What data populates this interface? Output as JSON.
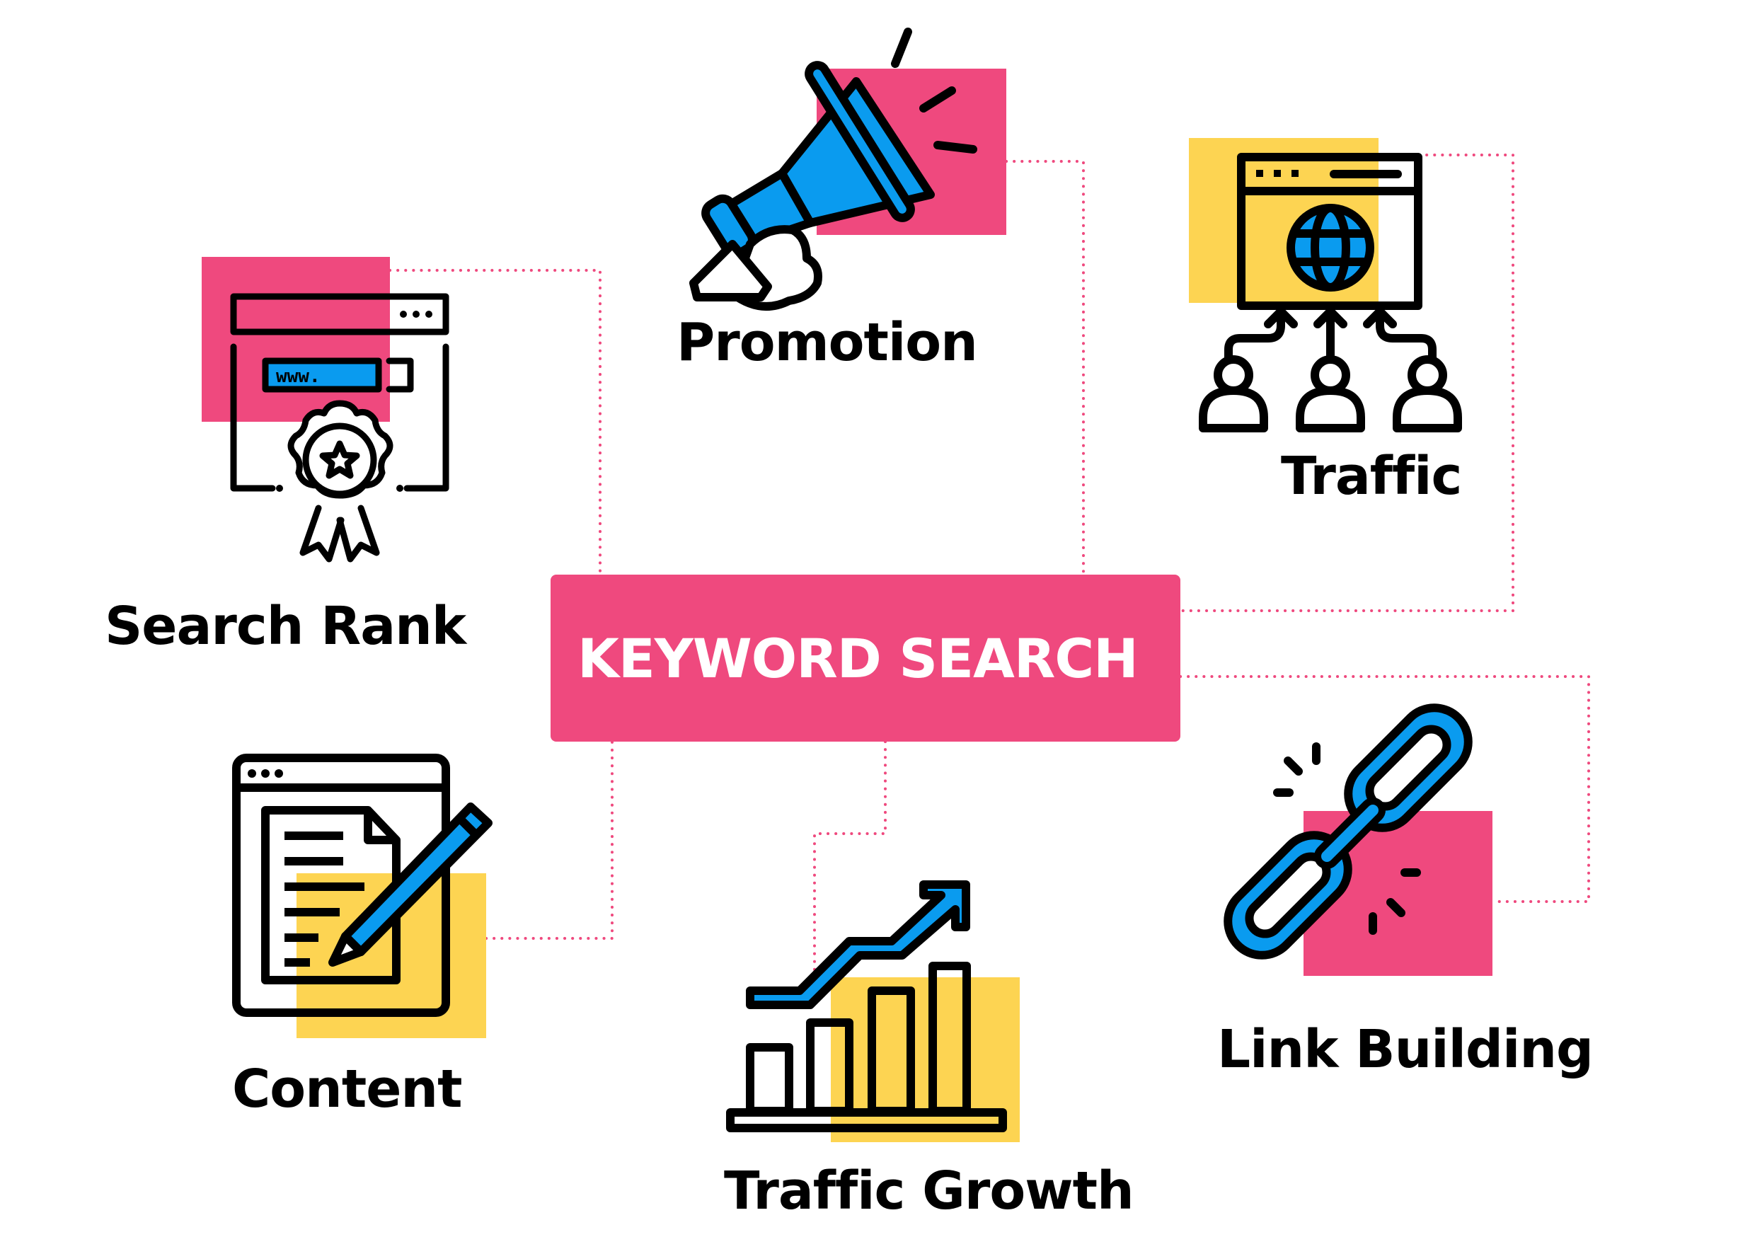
{
  "colors": {
    "pink": "#EF497E",
    "blue": "#0A9BEF",
    "yellow": "#FDD452",
    "ink": "#000000",
    "background": "#FFFFFF"
  },
  "center": {
    "title": "KEYWORD SEARCH"
  },
  "nodes": [
    {
      "id": "search-rank",
      "label": "Search Rank",
      "icon": "award-ribbon-browser-icon",
      "accent": "pink",
      "url_text": "www."
    },
    {
      "id": "promotion",
      "label": "Promotion",
      "icon": "megaphone-icon",
      "accent": "pink"
    },
    {
      "id": "traffic",
      "label": "Traffic",
      "icon": "globe-browser-users-icon",
      "accent": "yellow"
    },
    {
      "id": "content",
      "label": "Content",
      "icon": "document-pencil-icon",
      "accent": "yellow"
    },
    {
      "id": "traffic-growth",
      "label": "Traffic Growth",
      "icon": "bar-chart-growth-icon",
      "accent": "yellow"
    },
    {
      "id": "link-building",
      "label": "Link Building",
      "icon": "chain-link-icon",
      "accent": "pink"
    }
  ],
  "connectors": {
    "style": "dotted",
    "color": "#EF497E"
  }
}
